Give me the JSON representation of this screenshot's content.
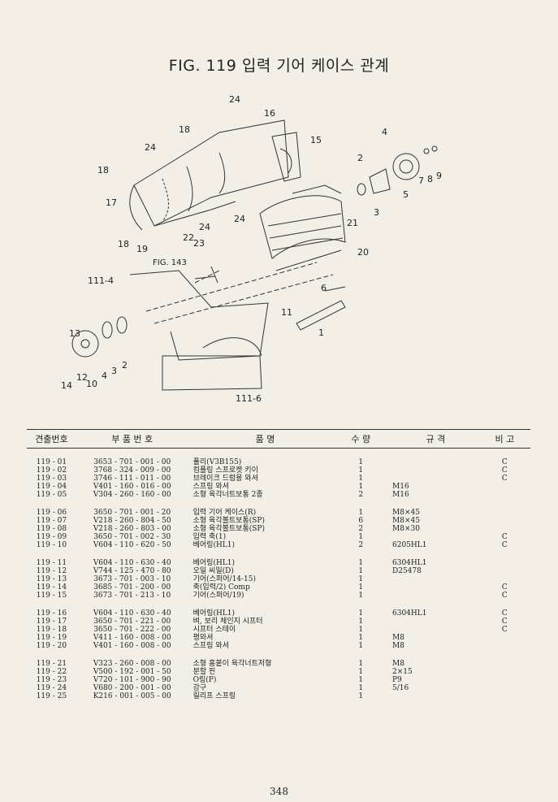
{
  "title": "FIG. 119 입력 기어 케이스 관계",
  "figure": {
    "callouts": [
      "24",
      "16",
      "18",
      "15",
      "4",
      "24",
      "18",
      "2",
      "7",
      "8",
      "9",
      "17",
      "5",
      "3",
      "24",
      "21",
      "24",
      "18",
      "22",
      "19",
      "23",
      "20",
      "6",
      "111-4",
      "11",
      "1",
      "13",
      "2",
      "12",
      "10",
      "4",
      "3",
      "14",
      "111-6"
    ],
    "figure_ref": "FIG. 143"
  },
  "table": {
    "headers": [
      "견출번호",
      "부 품 번 호",
      "품 명",
      "수 량",
      "규 격",
      "비 고"
    ],
    "groups": [
      [
        {
          "no": "119 - 01",
          "part_no": "3653 - 701 - 001 - 00",
          "name": "풀리(V3B155)",
          "qty": "1",
          "spec": "",
          "remark": "C"
        },
        {
          "no": "119 - 02",
          "part_no": "3768 - 324 - 009 - 00",
          "name": "컴플링 스프로켓 키이",
          "qty": "1",
          "spec": "",
          "remark": "C"
        },
        {
          "no": "119 - 03",
          "part_no": "3746 - 111 - 011 - 00",
          "name": "브레이크 드럼용 와셔",
          "qty": "1",
          "spec": "",
          "remark": "C"
        },
        {
          "no": "119 - 04",
          "part_no": "V401 - 160 - 016 - 00",
          "name": "스프링 와셔",
          "qty": "1",
          "spec": "M16",
          "remark": ""
        },
        {
          "no": "119 - 05",
          "part_no": "V304 - 260 - 160 - 00",
          "name": "소형 육각너트보통 2종",
          "qty": "2",
          "spec": "M16",
          "remark": ""
        }
      ],
      [
        {
          "no": "119 - 06",
          "part_no": "3650 - 701 - 001 - 20",
          "name": "입력 기어 케이스(R)",
          "qty": "1",
          "spec": "M8×45",
          "remark": ""
        },
        {
          "no": "119 - 07",
          "part_no": "V218 - 260 - 804 - 50",
          "name": "소형 육각볼트보통(SP)",
          "qty": "6",
          "spec": "M8×45",
          "remark": ""
        },
        {
          "no": "119 - 08",
          "part_no": "V218 - 260 - 803 - 00",
          "name": "소형 육각볼트보통(SP)",
          "qty": "2",
          "spec": "M8×30",
          "remark": ""
        },
        {
          "no": "119 - 09",
          "part_no": "3650 - 701 - 002 - 30",
          "name": "입력 축(1)",
          "qty": "1",
          "spec": "",
          "remark": "C"
        },
        {
          "no": "119 - 10",
          "part_no": "V604 - 110 - 620 - 50",
          "name": "베어링(HL1)",
          "qty": "2",
          "spec": "6205HL1",
          "remark": "C"
        }
      ],
      [
        {
          "no": "119 - 11",
          "part_no": "V604 - 110 - 630 - 40",
          "name": "베어링(HL1)",
          "qty": "1",
          "spec": "6304HL1",
          "remark": ""
        },
        {
          "no": "119 - 12",
          "part_no": "V744 - 125 - 470 - 80",
          "name": "오일 씨일(D)",
          "qty": "1",
          "spec": "D25478",
          "remark": ""
        },
        {
          "no": "119 - 13",
          "part_no": "3673 - 701 - 003 - 10",
          "name": "기어(스퍼어/14-15)",
          "qty": "1",
          "spec": "",
          "remark": ""
        },
        {
          "no": "119 - 14",
          "part_no": "3685 - 701 - 200 - 00",
          "name": "축(입력/2) Comp",
          "qty": "1",
          "spec": "",
          "remark": "C"
        },
        {
          "no": "119 - 15",
          "part_no": "3673 - 701 - 213 - 10",
          "name": "기어(스퍼어/19)",
          "qty": "1",
          "spec": "",
          "remark": "C"
        }
      ],
      [
        {
          "no": "119 - 16",
          "part_no": "V604 - 110 - 630 - 40",
          "name": "베어링(HL1)",
          "qty": "1",
          "spec": "6304HL1",
          "remark": "C"
        },
        {
          "no": "119 - 17",
          "part_no": "3650 - 701 - 221 - 00",
          "name": "벼, 보리 체인지 시프터",
          "qty": "1",
          "spec": "",
          "remark": "C"
        },
        {
          "no": "119 - 18",
          "part_no": "3650 - 701 - 222 - 00",
          "name": "시프터 스테이",
          "qty": "1",
          "spec": "",
          "remark": "C"
        },
        {
          "no": "119 - 19",
          "part_no": "V411 - 160 - 008 - 00",
          "name": "평와셔",
          "qty": "1",
          "spec": "M8",
          "remark": ""
        },
        {
          "no": "119 - 20",
          "part_no": "V401 - 160 - 008 - 00",
          "name": "스프링 와셔",
          "qty": "1",
          "spec": "M8",
          "remark": ""
        }
      ],
      [
        {
          "no": "119 - 21",
          "part_no": "V323 - 260 - 008 - 00",
          "name": "소형 홈붙이 육각너트저형",
          "qty": "1",
          "spec": "M8",
          "remark": ""
        },
        {
          "no": "119 - 22",
          "part_no": "V500 - 192 - 001 - 50",
          "name": "분할 핀",
          "qty": "1",
          "spec": "2×15",
          "remark": ""
        },
        {
          "no": "119 - 23",
          "part_no": "V720 - 101 - 900 - 90",
          "name": "O링(P)",
          "qty": "1",
          "spec": "P9",
          "remark": ""
        },
        {
          "no": "119 - 24",
          "part_no": "V680 - 200 - 001 - 00",
          "name": "강구",
          "qty": "1",
          "spec": "5/16",
          "remark": ""
        },
        {
          "no": "119 - 25",
          "part_no": "K216 - 001 - 005 - 00",
          "name": "릴리프 스프링",
          "qty": "1",
          "spec": "",
          "remark": ""
        }
      ]
    ]
  },
  "page_number": "348"
}
